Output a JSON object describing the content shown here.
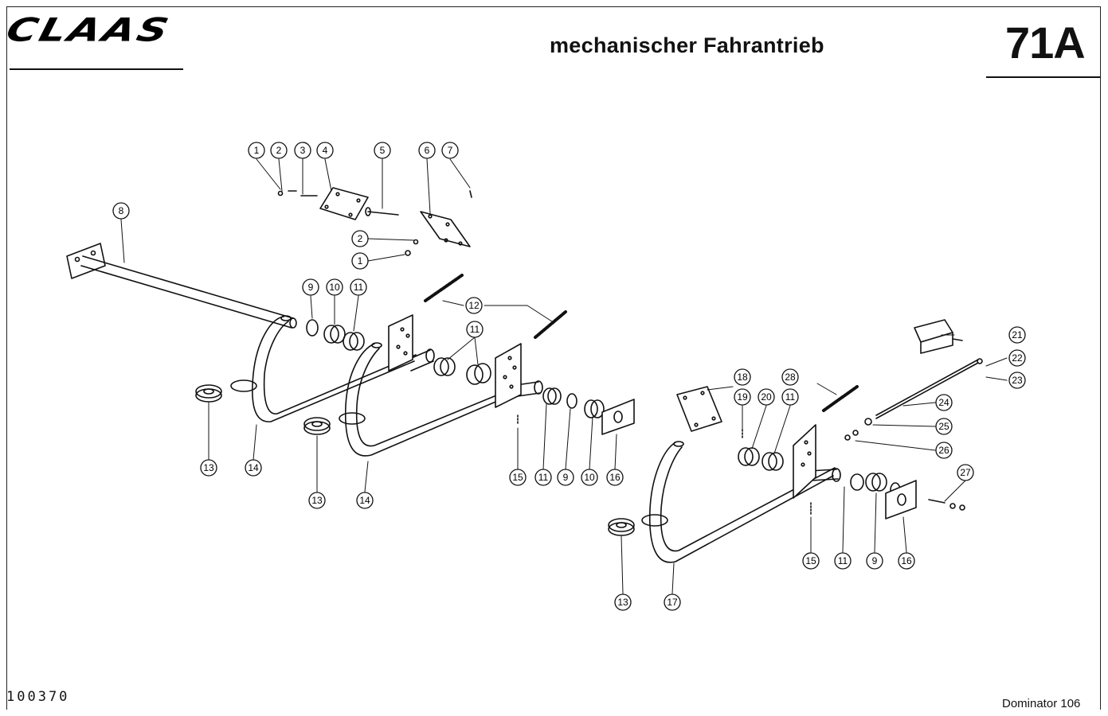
{
  "header": {
    "brand": "CLAAS",
    "title": "mechanischer Fahrantrieb",
    "page": "71A"
  },
  "footer": {
    "code": "100370",
    "model": "Dominator 106"
  },
  "callouts": [
    "1",
    "2",
    "3",
    "4",
    "5",
    "6",
    "7",
    "8",
    "2",
    "1",
    "9",
    "10",
    "11",
    "12",
    "11",
    "13",
    "14",
    "13",
    "14",
    "15",
    "11",
    "9",
    "10",
    "16",
    "21",
    "22",
    "23",
    "18",
    "19",
    "20",
    "11",
    "28",
    "24",
    "25",
    "26",
    "27",
    "15",
    "11",
    "9",
    "16",
    "13",
    "17"
  ]
}
